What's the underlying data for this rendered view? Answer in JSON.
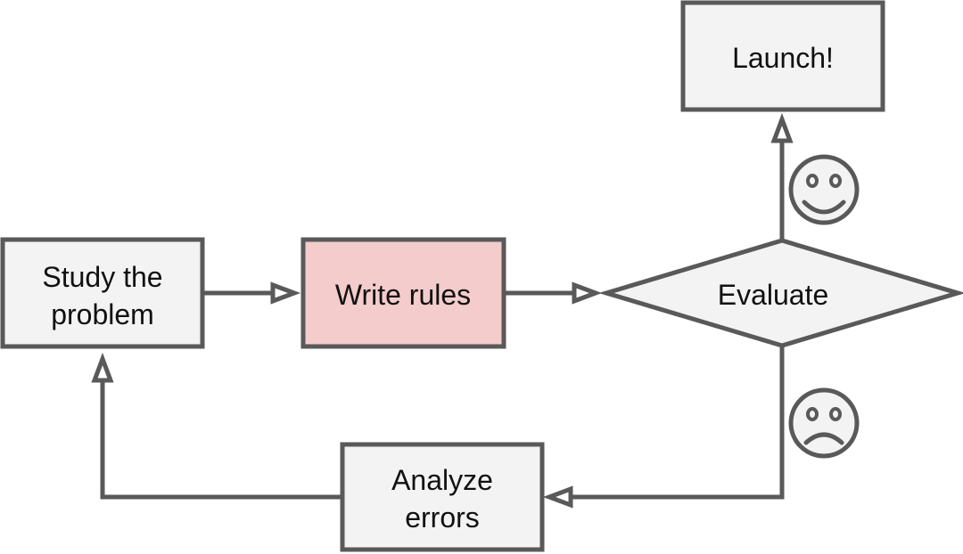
{
  "colors": {
    "stroke": "#595959",
    "box_fill": "#f3f3f3",
    "highlight_fill": "#f4cccc",
    "text": "#111111",
    "background": "#ffffff"
  },
  "nodes": {
    "study": {
      "line1": "Study the",
      "line2": "problem"
    },
    "write": {
      "label": "Write rules"
    },
    "evaluate": {
      "label": "Evaluate"
    },
    "launch": {
      "label": "Launch!"
    },
    "analyze": {
      "line1": "Analyze",
      "line2": "errors"
    }
  },
  "icons": {
    "success": "smiley-face-icon",
    "failure": "sad-face-icon"
  }
}
